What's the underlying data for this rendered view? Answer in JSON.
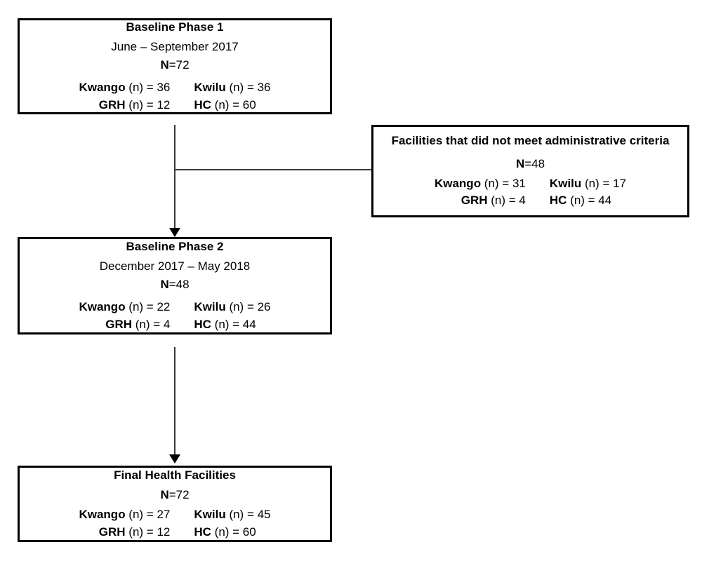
{
  "diagram": {
    "type": "participant-flow-diagram",
    "boxes": [
      {
        "id": "baseline-phase-1",
        "title": "Baseline Phase 1",
        "subtitle": "June – September 2017",
        "total_label": "N",
        "total_value": "=72",
        "stats": [
          {
            "label": "Kwango",
            "value": " (n) = 36",
            "label2": "Kwilu",
            "value2": " (n) = 36"
          },
          {
            "label": "GRH",
            "value": " (n) = 12",
            "label2": "HC",
            "value2": " (n) = 60"
          }
        ]
      },
      {
        "id": "excluded-administrative-criteria",
        "title": "Facilities that did not meet administrative criteria",
        "subtitle": "",
        "total_label": "N",
        "total_value": "=48",
        "stats": [
          {
            "label": "Kwango",
            "value": " (n) = 31",
            "label2": "Kwilu",
            "value2": " (n) = 17"
          },
          {
            "label": "GRH",
            "value": " (n) = 4",
            "label2": "HC",
            "value2": " (n) = 44"
          }
        ]
      },
      {
        "id": "baseline-phase-2",
        "title": "Baseline Phase 2",
        "subtitle": "December 2017 – May 2018",
        "total_label": "N",
        "total_value": "=48",
        "stats": [
          {
            "label": "Kwango",
            "value": " (n) = 22",
            "label2": "Kwilu",
            "value2": " (n) = 26"
          },
          {
            "label": "GRH",
            "value": " (n) = 4",
            "label2": "HC",
            "value2": " (n) = 44"
          }
        ]
      },
      {
        "id": "final-health-facilities",
        "title": "Final Health Facilities",
        "subtitle": "",
        "total_label": "N",
        "total_value": "=72",
        "stats": [
          {
            "label": "Kwango",
            "value": " (n) = 27",
            "label2": "Kwilu",
            "value2": " (n) = 45"
          },
          {
            "label": "GRH",
            "value": " (n) = 12",
            "label2": "HC",
            "value2": " (n) = 60"
          }
        ]
      }
    ],
    "colors": {
      "box_border": "#000000",
      "connector": "#3a3a3a",
      "background": "#ffffff",
      "text": "#000000"
    }
  }
}
